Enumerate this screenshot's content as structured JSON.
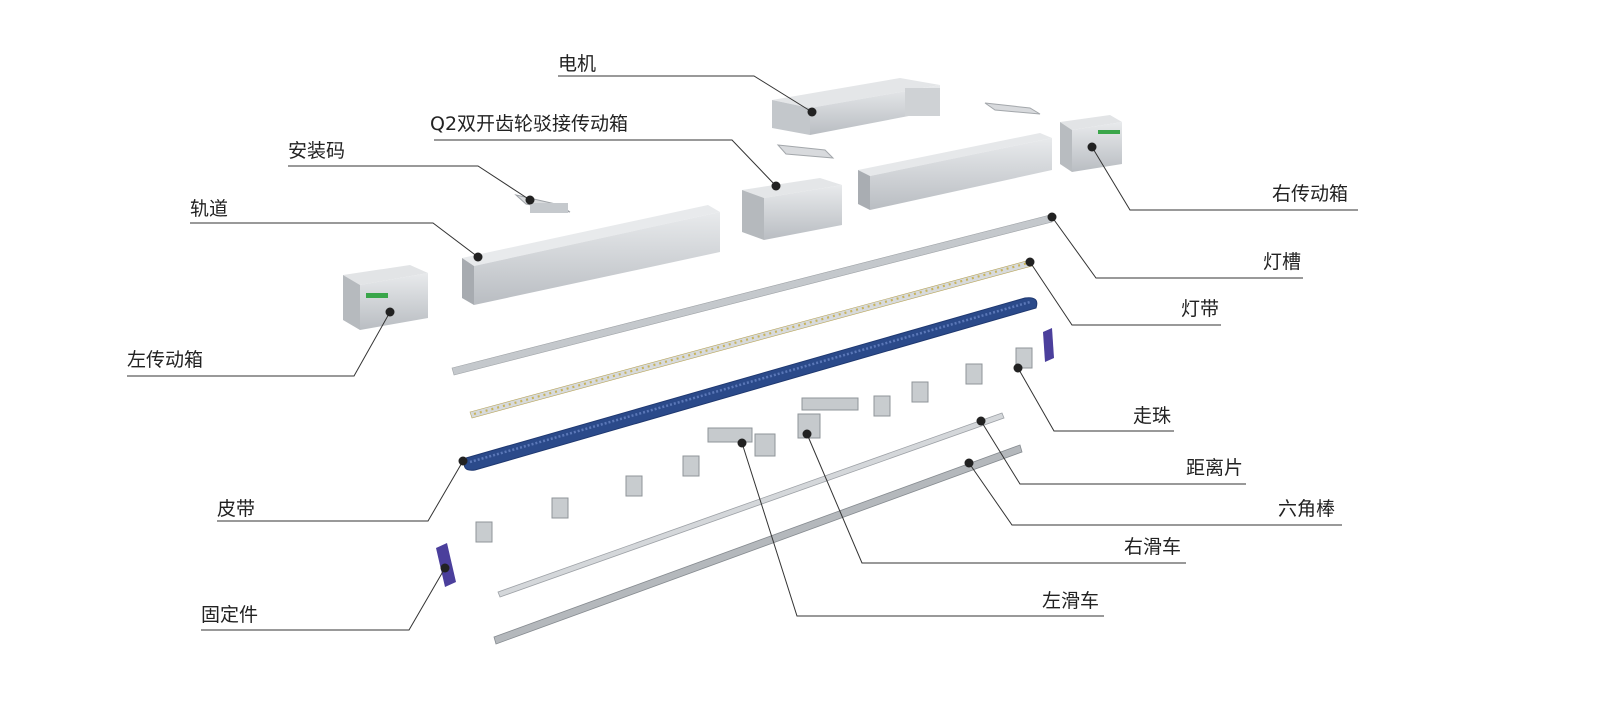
{
  "labels": {
    "motor": "电机",
    "gearbox": "Q2双开齿轮驳接传动箱",
    "mount": "安装码",
    "track": "轨道",
    "left_box": "左传动箱",
    "right_box": "右传动箱",
    "light_groove": "灯槽",
    "light_strip": "灯带",
    "ball": "走珠",
    "spacer": "距离片",
    "hex_rod": "六角棒",
    "right_carriage": "右滑车",
    "left_carriage": "左滑车",
    "belt": "皮带",
    "fixer": "固定件"
  },
  "colors": {
    "aluminum": "#c9ccd0",
    "aluminum_dark": "#9ea3a8",
    "belt": "#2b4a8a",
    "led": "#c9b45a",
    "fixer": "#4b3f9c",
    "leader": "#333333"
  }
}
